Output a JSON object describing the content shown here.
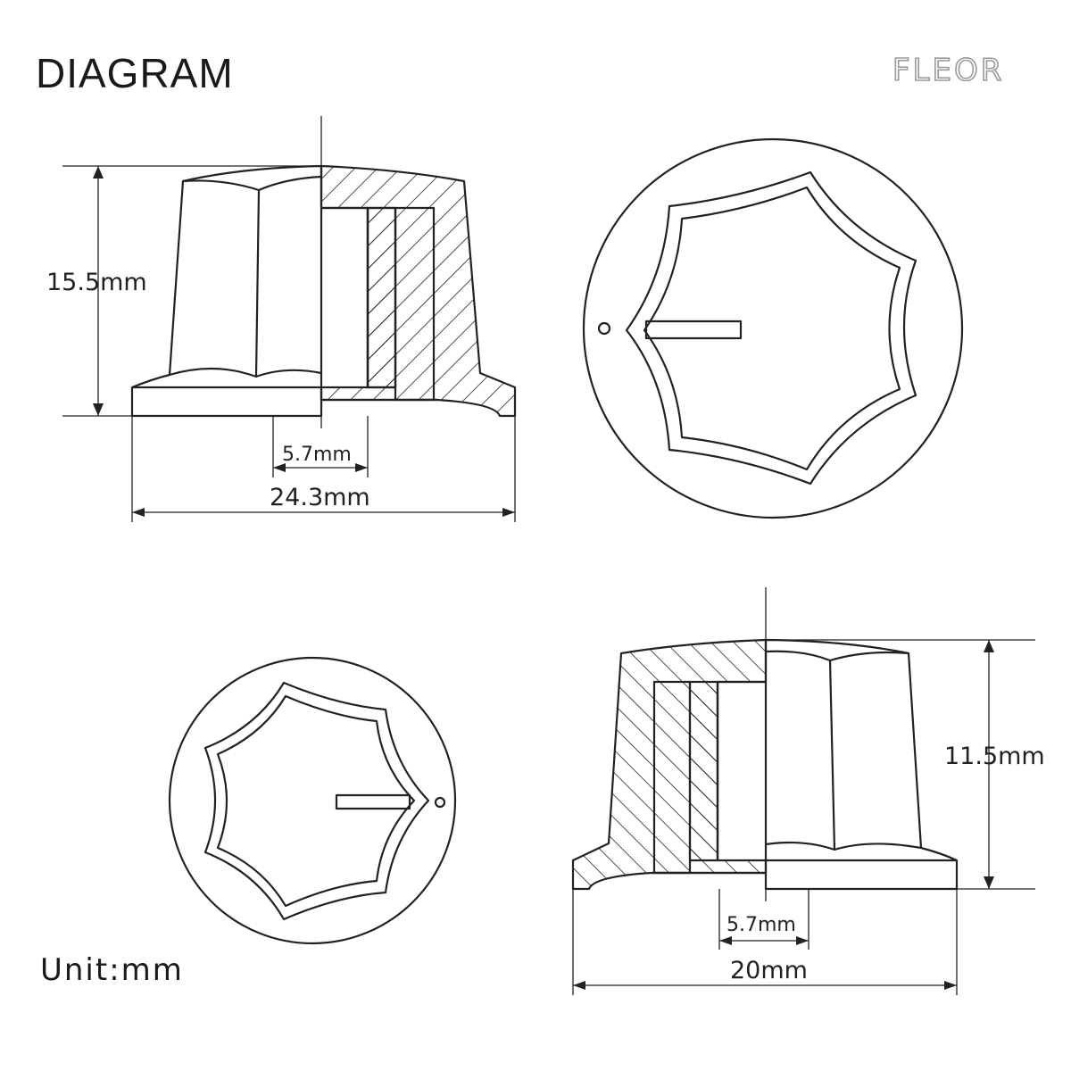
{
  "header": {
    "title": "DIAGRAM",
    "brand_logo": "FLEOR"
  },
  "footer": {
    "unit_label": "Unit:mm"
  },
  "large_knob": {
    "height_label": "15.5mm",
    "shaft_label": "5.7mm",
    "width_label": "24.3mm"
  },
  "small_knob": {
    "height_label": "11.5mm",
    "shaft_label": "5.7mm",
    "width_label": "20mm"
  },
  "colors": {
    "line": "#222222",
    "logo": "#9a9a9a",
    "background": "#ffffff"
  }
}
